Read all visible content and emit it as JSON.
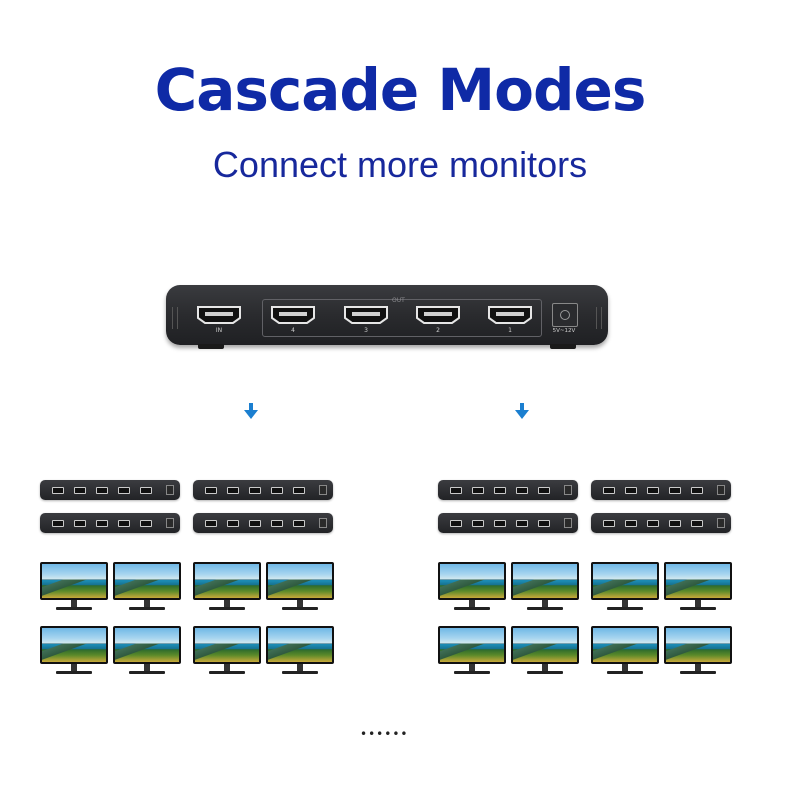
{
  "header": {
    "title": "Cascade Modes",
    "subtitle": "Connect more monitors"
  },
  "main_splitter": {
    "ports": [
      {
        "label": "IN"
      },
      {
        "label": "4"
      },
      {
        "label": "3"
      },
      {
        "label": "2"
      },
      {
        "label": "1"
      }
    ],
    "out_label": "OUT",
    "power_label": "5V~12V"
  },
  "footer": {
    "ellipsis": "••••••"
  },
  "colors": {
    "title": "#0f2aa6",
    "subtitle": "#17289c",
    "arrow": "#1b7fd0"
  }
}
